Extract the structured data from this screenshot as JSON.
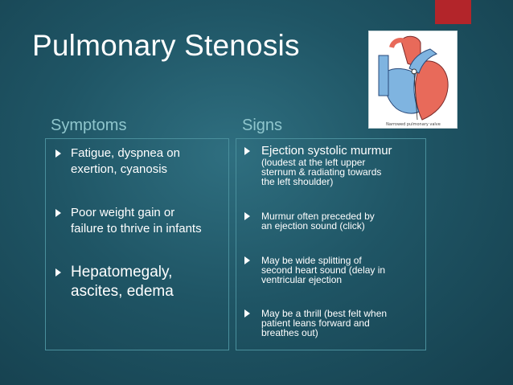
{
  "slide": {
    "title": "Pulmonary Stenosis",
    "accent_color": "#b3252a",
    "image": {
      "icon": "heart-diagram-image",
      "caption": "Narrowed pulmonary valve"
    }
  },
  "symptoms": {
    "heading": "Symptoms",
    "items": [
      {
        "lines": [
          "Fatigue, dyspnea on",
          "exertion, cyanosis"
        ]
      },
      {
        "lines": [
          "Poor weight gain or",
          "failure to thrive in infants"
        ]
      },
      {
        "lines": [
          "Hepatomegaly,",
          "ascites, edema"
        ]
      }
    ]
  },
  "signs": {
    "heading": "Signs",
    "items": [
      {
        "head": "Ejection systolic murmur",
        "lines": [
          "(loudest at the left upper",
          "sternum & radiating towards",
          "the left shoulder)"
        ]
      },
      {
        "lines": [
          "Murmur often preceded by",
          "an ejection sound (click)"
        ]
      },
      {
        "lines": [
          "May be wide splitting of",
          "second heart sound (delay in",
          "ventricular ejection"
        ]
      },
      {
        "lines": [
          "May be a thrill (best felt when",
          "patient leans forward and",
          "breathes out)"
        ]
      }
    ]
  }
}
